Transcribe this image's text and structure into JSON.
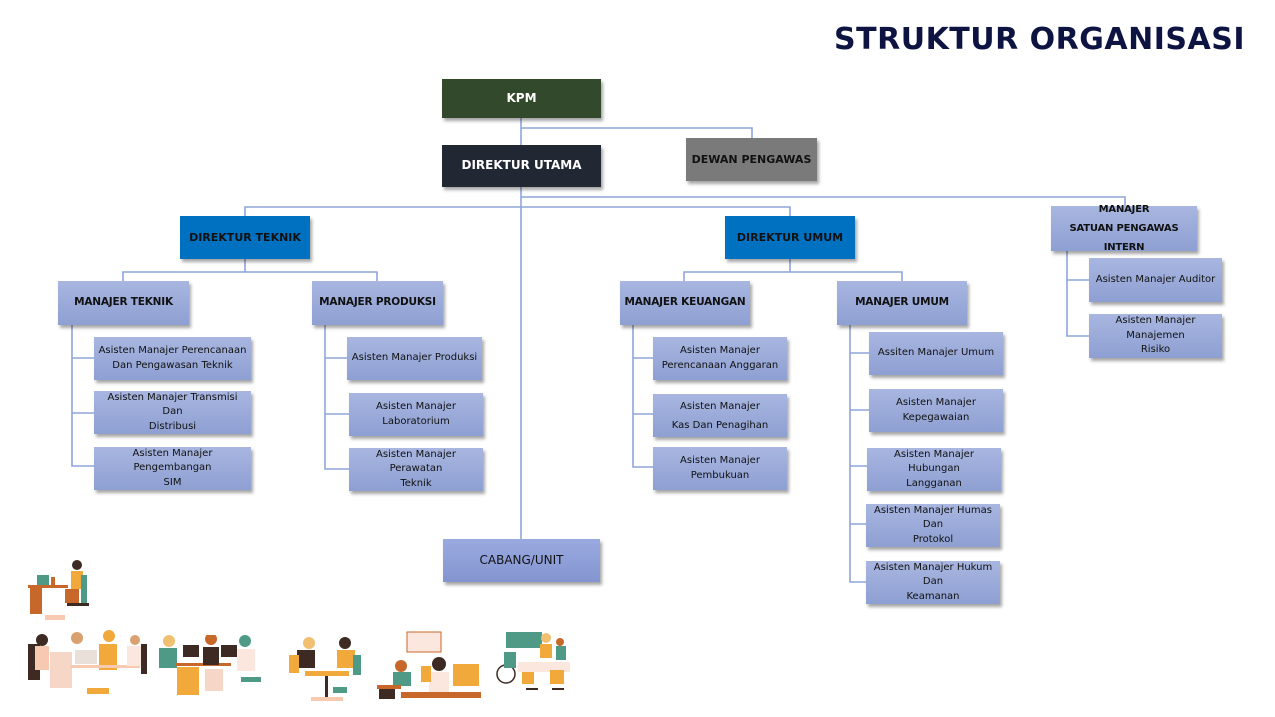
{
  "title": "STRUKTUR ORGANISASI",
  "colors": {
    "title": "#0d1442",
    "kpm": "#33492b",
    "direktur_utama": "#212833",
    "dewan_pengawas": "#7a7a7a",
    "direktur": "#0070c0",
    "manager_box": "#9dacd9",
    "connector": "#8fa5d8"
  },
  "nodes": {
    "kpm": "KPM",
    "direktur_utama": "DIREKTUR UTAMA",
    "dewan_pengawas": "DEWAN PENGAWAS",
    "direktur_teknik": "DIREKTUR TEKNIK",
    "direktur_umum": "DIREKTUR UMUM",
    "spi": {
      "line1": "MANAJER",
      "line2": "SATUAN PENGAWAS INTERN"
    },
    "manajer_teknik": "MANAJER TEKNIK",
    "manajer_produksi": "MANAJER PRODUKSI",
    "manajer_keuangan": "MANAJER KEUANGAN",
    "manajer_umum": "MANAJER UMUM",
    "cabang": "CABANG/UNIT"
  },
  "asisten": {
    "teknik": [
      {
        "line1": "Asisten Manajer Perencanaan",
        "line2": "Dan Pengawasan Teknik"
      },
      {
        "line1": "Asisten Manajer Transmisi Dan",
        "line2": "Distribusi"
      },
      {
        "line1": "Asisten Manajer Pengembangan",
        "line2": "SIM"
      }
    ],
    "produksi": [
      {
        "line1": "Asisten Manajer Produksi",
        "line2": ""
      },
      {
        "line1": "Asisten Manajer",
        "line2": "Laboratorium"
      },
      {
        "line1": "Asisten Manajer Perawatan",
        "line2": "Teknik"
      }
    ],
    "keuangan": [
      {
        "line1": "Asisten Manajer",
        "line2": "Perencanaan Anggaran"
      },
      {
        "line1": "Asisten Manajer",
        "line2": "Kas Dan Penagihan"
      },
      {
        "line1": "Asisten Manajer",
        "line2": "Pembukuan"
      }
    ],
    "umum": [
      {
        "line1": "Assiten Manajer Umum",
        "line2": ""
      },
      {
        "line1": "Asisten Manajer",
        "line2": "Kepegawaian"
      },
      {
        "line1": "Asisten Manajer Hubungan",
        "line2": "Langganan"
      },
      {
        "line1": "Asisten Manajer Humas Dan",
        "line2": "Protokol"
      },
      {
        "line1": "Asisten Manajer Hukum Dan",
        "line2": "Keamanan"
      }
    ],
    "spi": [
      {
        "line1": "Asisten Manajer Auditor",
        "line2": ""
      },
      {
        "line1": "Asisten Manajer Manajemen",
        "line2": "Risiko"
      }
    ]
  },
  "illustrations": [
    "office-worker-desk-illustration",
    "team-meeting-illustration",
    "coworkers-desk-illustration",
    "cafe-discussion-illustration",
    "presentation-illustration",
    "collaborative-workspace-illustration"
  ]
}
